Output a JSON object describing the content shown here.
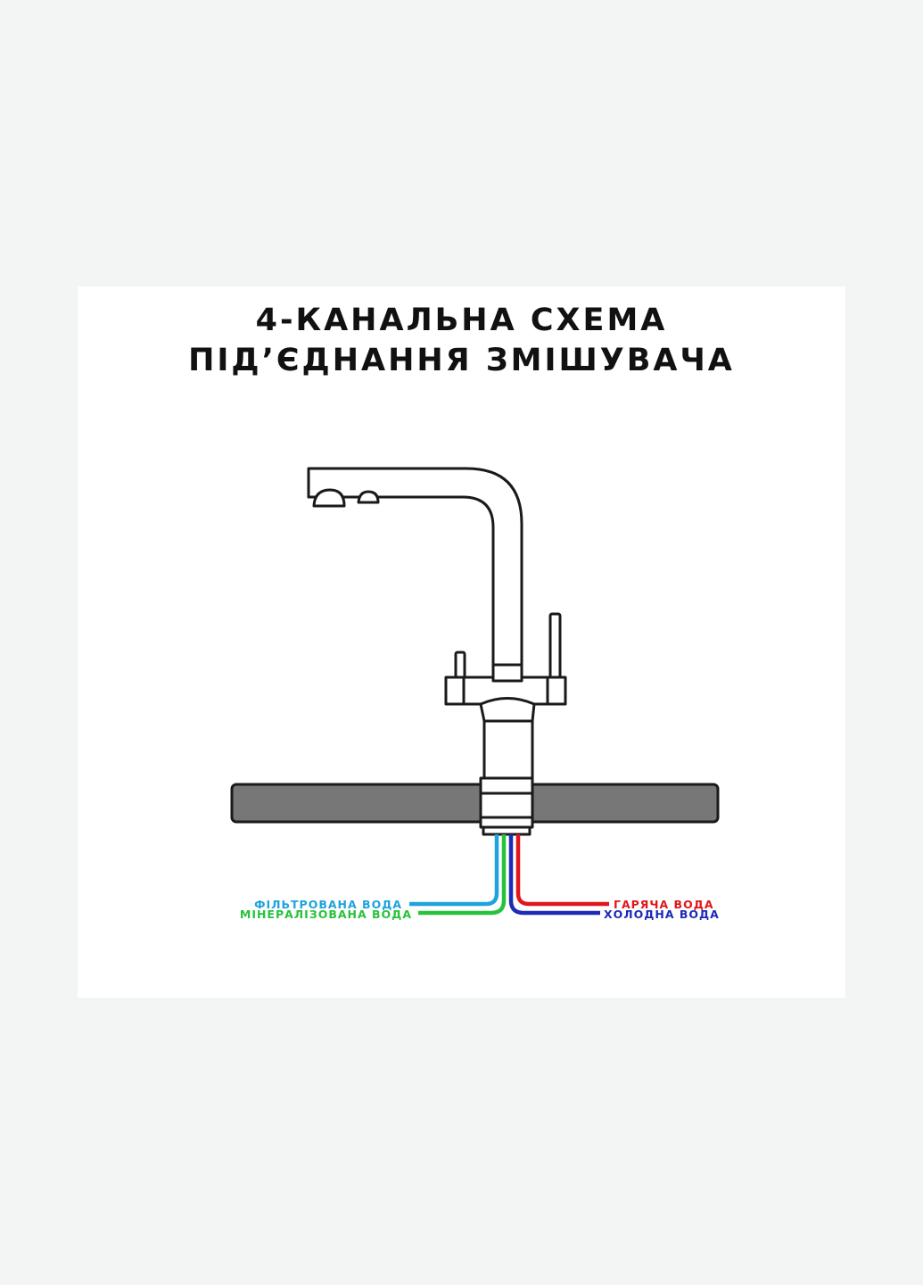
{
  "title": {
    "line1": "4-КАНАЛЬНА СХЕМА",
    "line2": "ПІД’ЄДНАННЯ ЗМІШУВАЧА"
  },
  "pipes": [
    {
      "id": "filtered",
      "label": "ФІЛЬТРОВАНА ВОДА",
      "color": "#1fa3dc",
      "side": "left"
    },
    {
      "id": "mineral",
      "label": "МІНЕРАЛІЗОВАНА ВОДА",
      "color": "#27c23c",
      "side": "left"
    },
    {
      "id": "hot",
      "label": "ГАРЯЧА ВОДА",
      "color": "#e0161b",
      "side": "right"
    },
    {
      "id": "cold",
      "label": "ХОЛОДНА ВОДА",
      "color": "#1c2bb8",
      "side": "right"
    }
  ],
  "colors": {
    "countertop": "#777777",
    "outline": "#1a1a1a",
    "background": "#f2f5f3",
    "card": "#ffffff"
  },
  "icons": {
    "faucet": "kitchen-faucet-with-filter-spout",
    "countertop": "countertop-slab"
  }
}
